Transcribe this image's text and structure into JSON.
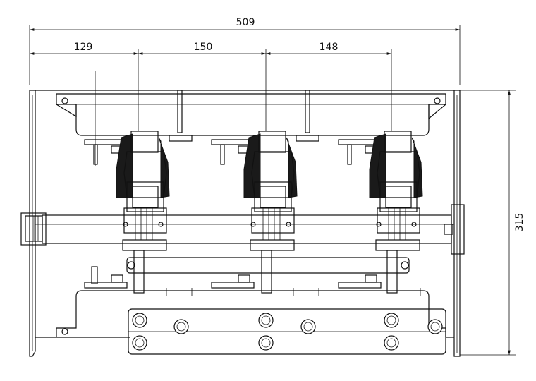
{
  "dimensions": {
    "overall_width": "509",
    "pitch_left": "129",
    "pitch_middle": "150",
    "pitch_right": "148",
    "height": "315"
  }
}
